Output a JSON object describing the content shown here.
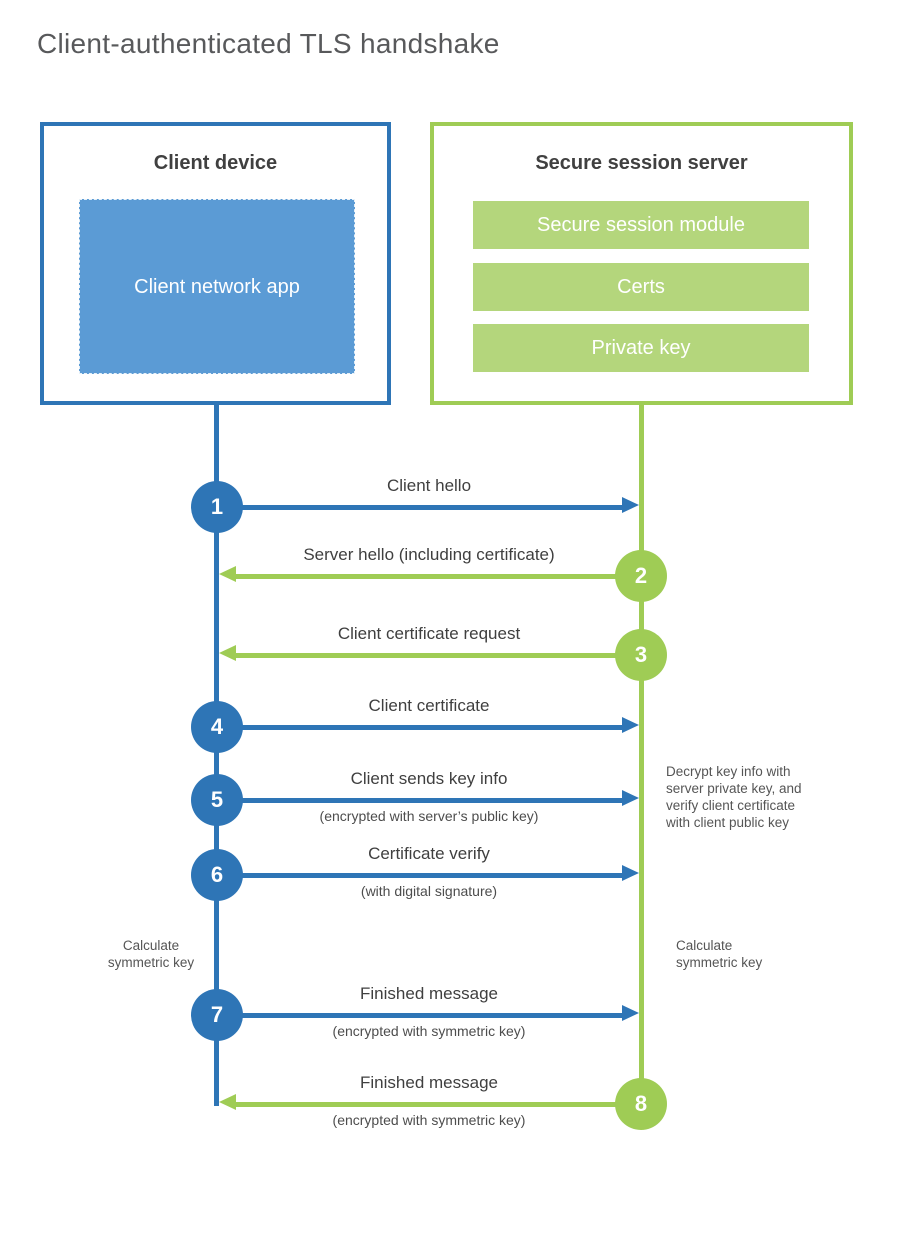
{
  "title": "Client-authenticated TLS handshake",
  "client": {
    "title": "Client device",
    "app": "Client network app"
  },
  "server": {
    "title": "Secure session server",
    "modules": [
      "Secure session module",
      "Certs",
      "Private key"
    ]
  },
  "steps": [
    {
      "num": "1",
      "from": "client",
      "label": "Client hello",
      "sub": ""
    },
    {
      "num": "2",
      "from": "server",
      "label": "Server hello (including certificate)",
      "sub": ""
    },
    {
      "num": "3",
      "from": "server",
      "label": "Client certificate request",
      "sub": ""
    },
    {
      "num": "4",
      "from": "client",
      "label": "Client certificate",
      "sub": ""
    },
    {
      "num": "5",
      "from": "client",
      "label": "Client sends key info",
      "sub": "(encrypted with server’s public key)"
    },
    {
      "num": "6",
      "from": "client",
      "label": "Certificate verify",
      "sub": "(with digital signature)"
    },
    {
      "num": "7",
      "from": "client",
      "label": "Finished message",
      "sub": "(encrypted with symmetric key)"
    },
    {
      "num": "8",
      "from": "server",
      "label": "Finished message",
      "sub": "(encrypted with symmetric key)"
    }
  ],
  "notes": {
    "decrypt": [
      "Decrypt key info with",
      "server private key, and",
      "verify client certificate",
      "with client public key"
    ],
    "calc_client": "Calculate symmetric key",
    "calc_server": "Calculate symmetric key"
  },
  "colors": {
    "blue": "#2e75b6",
    "blue_fill": "#5b9bd5",
    "green": "#9fcc55",
    "green_fill": "#b4d67c"
  }
}
